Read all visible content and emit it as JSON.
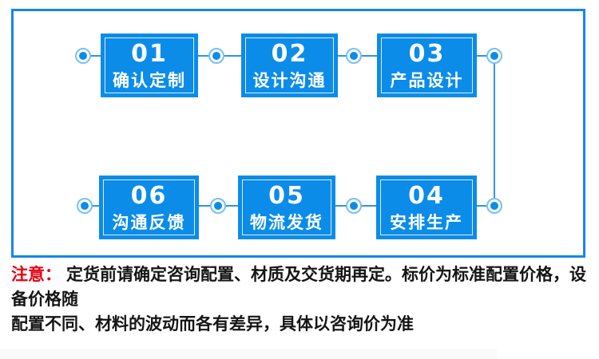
{
  "flow": {
    "row1": [
      {
        "number": "01",
        "label": "确认定制"
      },
      {
        "number": "02",
        "label": "设计沟通"
      },
      {
        "number": "03",
        "label": "产品设计"
      }
    ],
    "row2": [
      {
        "number": "06",
        "label": "沟通反馈"
      },
      {
        "number": "05",
        "label": "物流发货"
      },
      {
        "number": "04",
        "label": "安排生产"
      }
    ]
  },
  "note": {
    "prefix": "注意：",
    "line1": "定货前请确定咨询配置、材质及交货期再定。标价为标准配置价格，设备价格随",
    "line2": "配置不同、材料的波动而各有差异，具体以咨询价为准"
  },
  "colors": {
    "box_blue": "#0b8ce9",
    "frame_blue": "#1886e8",
    "line_blue": "#3394e3",
    "node_ring_blue": "#79c0f3",
    "note_red": "#e60012",
    "note_text": "#151515",
    "background": "#ffffff"
  }
}
